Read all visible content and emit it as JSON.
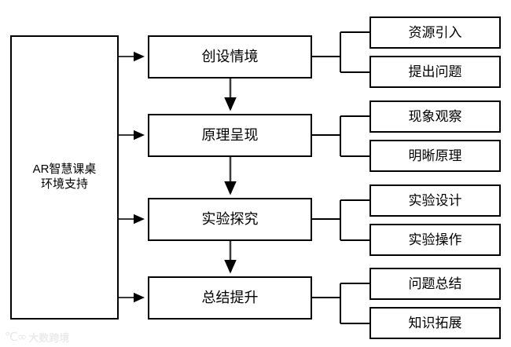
{
  "diagram": {
    "root": {
      "label": "AR智慧课桌\n环境支持"
    },
    "stages": [
      {
        "label": "创设情境",
        "leaves": [
          {
            "label": "资源引入"
          },
          {
            "label": "提出问题"
          }
        ]
      },
      {
        "label": "原理呈现",
        "leaves": [
          {
            "label": "现象观察"
          },
          {
            "label": "明晰原理"
          }
        ]
      },
      {
        "label": "实验探究",
        "leaves": [
          {
            "label": "实验设计"
          },
          {
            "label": "实验操作"
          }
        ]
      },
      {
        "label": "总结提升",
        "leaves": [
          {
            "label": "问题总结"
          },
          {
            "label": "知识拓展"
          }
        ]
      }
    ],
    "colors": {
      "stroke": "#000000",
      "background": "#ffffff",
      "text": "#000000",
      "watermark": "#8a8a8a"
    }
  },
  "watermark": {
    "mark": "℃∞",
    "text": "大数跨境"
  }
}
